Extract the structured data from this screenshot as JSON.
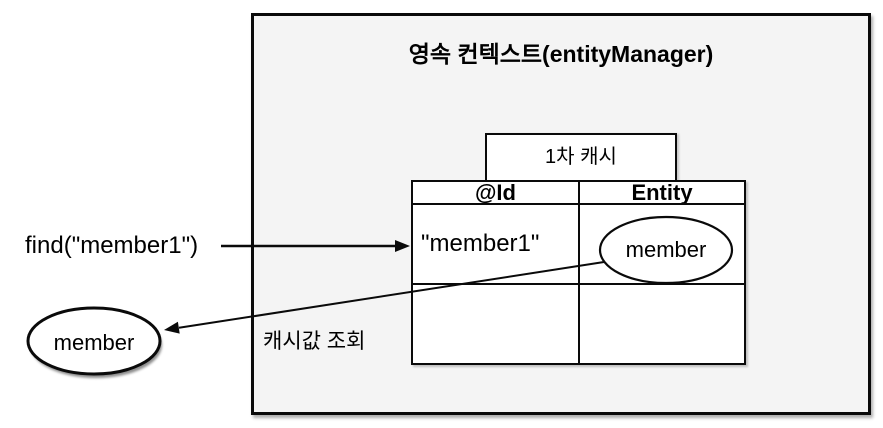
{
  "diagram": {
    "title": "영속 컨텍스트(entityManager)",
    "cache_box": {
      "label": "1차 캐시"
    },
    "cache_table": {
      "headers": [
        "@Id",
        "Entity"
      ],
      "rows": [
        {
          "id": "\"member1\"",
          "entity": "member"
        },
        {
          "id": "",
          "entity": ""
        }
      ]
    },
    "find_call": {
      "label": "find(\"member1\")"
    },
    "lookup": {
      "label": "캐시값 조회"
    },
    "result_entity": {
      "label": "member"
    },
    "colors": {
      "outer_box_fill": "#f4f4f4",
      "cell_fill": "#ffffff",
      "line": "#000000"
    }
  }
}
